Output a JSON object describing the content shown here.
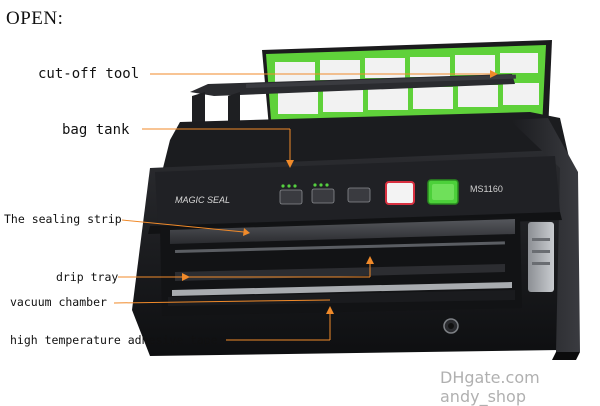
{
  "title": "OPEN:",
  "labels": {
    "cut_off_tool": "cut-off tool",
    "bag_tank": "bag tank",
    "sealing_strip": "The sealing strip",
    "drip_tray": "drip tray",
    "vacuum_chamber": "vacuum chamber",
    "adhesive_tape": "high temperature adhesive tape"
  },
  "device": {
    "brand": "MAGIC SEAL",
    "model": "MS1160"
  },
  "watermark": "DHgate.com andy_shop",
  "colors": {
    "callout": "#f08a2a",
    "body": "#1c1d20",
    "instruction_card": "#5fd13a",
    "start_button": "#4cd03a",
    "cancel_button": "#d83040"
  }
}
